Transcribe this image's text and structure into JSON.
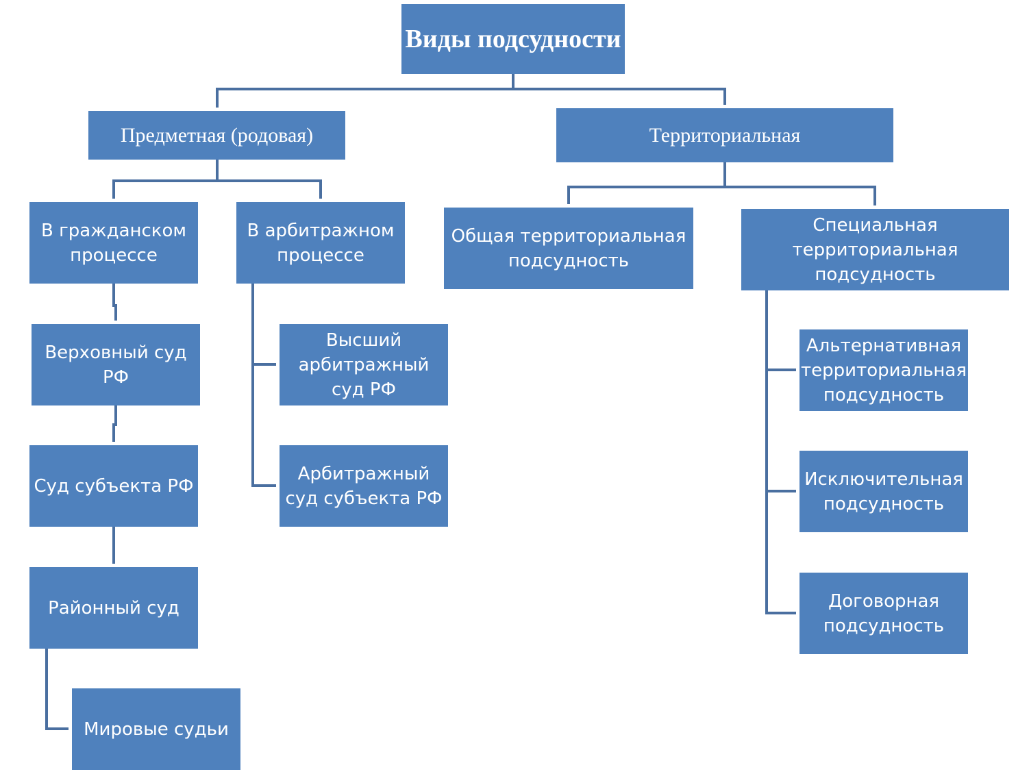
{
  "colors": {
    "box_fill": "#4f81bd",
    "box_text": "#ffffff",
    "connector": "#4a6fa0"
  },
  "diagram": {
    "root": "Виды подсудности",
    "subject": "Предметная (родовая)",
    "territorial": "Территориальная",
    "civil": "В гражданском\nпроцессе",
    "arbitration": "В арбитражном\nпроцессе",
    "general_territorial": "Общая территориальная\nподсудность",
    "special_territorial": "Специальная\nтерриториальная\nподсудность",
    "supreme_court": "Верховный суд\nРФ",
    "regional_court": "Суд субъекта РФ",
    "district_court": "Районный суд",
    "magistrates": "Мировые судьи",
    "higher_arbitration": "Высший\nарбитражный\nсуд РФ",
    "subject_arbitration": "Арбитражный\nсуд субъекта РФ",
    "alternative": "Альтернативная\nтерриториальная\nподсудность",
    "exclusive": "Исключительная\nподсудность",
    "contractual": "Договорная\nподсудность"
  }
}
